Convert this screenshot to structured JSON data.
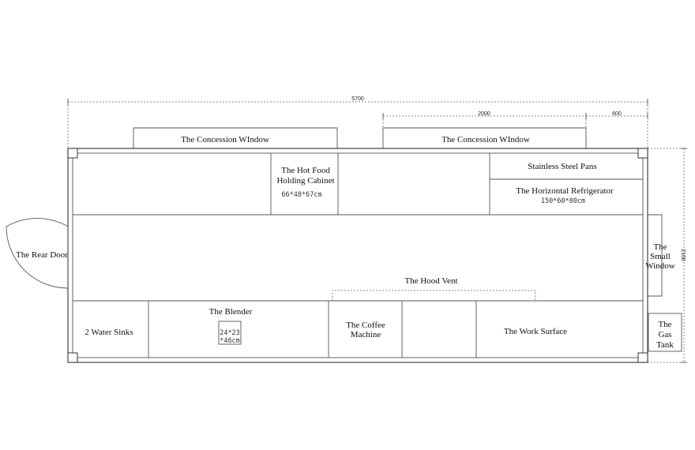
{
  "dimensions": {
    "overall_length": "5700",
    "window_width": "2000",
    "window_offset": "600",
    "overall_width": "2100"
  },
  "components": {
    "concession_window_left": "The Concession WIndow",
    "concession_window_right": "The Concession WIndow",
    "hot_food_cabinet_line1": "The Hot Food",
    "hot_food_cabinet_line2": "Holding Cabinet",
    "hot_food_cabinet_size": "66*48*67cm",
    "stainless_steel_pans": "Stainless Steel Pans",
    "horizontal_refrigerator": "The Horizontal Refrigerator",
    "horizontal_refrigerator_size": "150*60*80cm",
    "rear_door": "The Rear Door",
    "small_window_line1": "The",
    "small_window_line2": "Small",
    "small_window_line3": "Window",
    "hood_vent": "The Hood Vent",
    "water_sinks": "2 Water Sinks",
    "blender": "The Blender",
    "blender_size_line1": "24*23",
    "blender_size_line2": "*46cm",
    "coffee_machine_line1": "The Coffee",
    "coffee_machine_line2": "Machine",
    "work_surface": "The Work Surface",
    "gas_tank_line1": "The",
    "gas_tank_line2": "Gas",
    "gas_tank_line3": "Tank"
  }
}
